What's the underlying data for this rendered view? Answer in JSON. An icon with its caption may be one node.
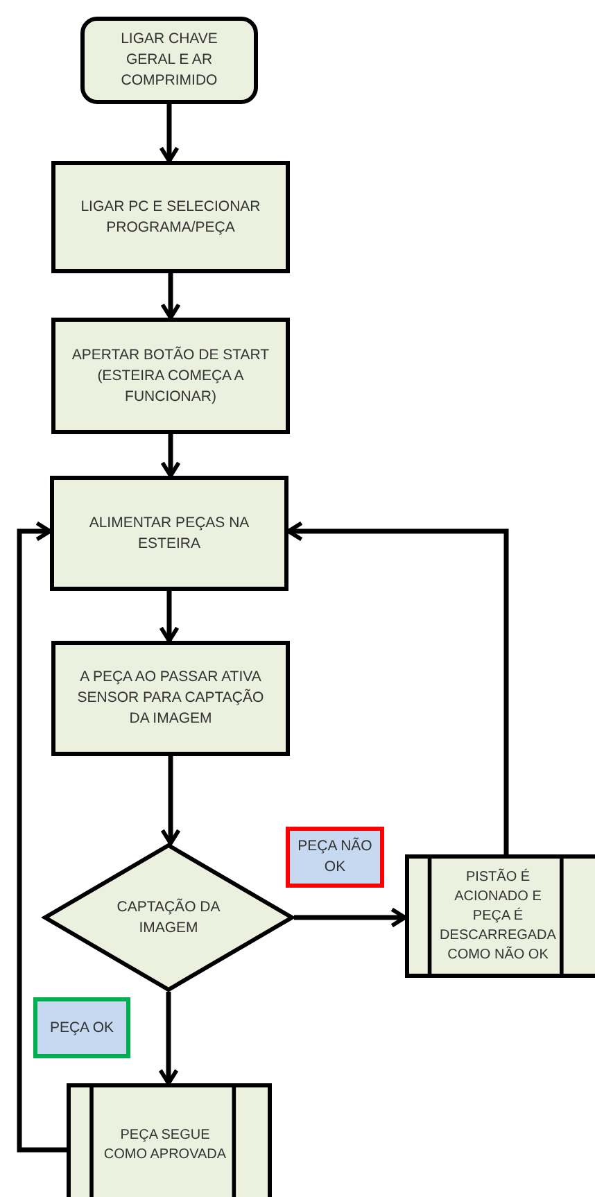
{
  "diagram": {
    "nodes": [
      {
        "text": [
          "LIGAR CHAVE GERAL E AR COMPRIMIDO"
        ]
      },
      {
        "text": [
          "LIGAR PC E SELECIONAR PROGRAMA/PEÇA"
        ]
      },
      {
        "text": [
          "APERTAR BOTÃO DE START (ESTEIRA COMEÇA A FUNCIONAR)"
        ]
      },
      {
        "text": [
          "ALIMENTAR PEÇAS NA ESTEIRA"
        ]
      },
      {
        "text": [
          "A PEÇA AO PASSAR ATIVA SENSOR PARA CAPTAÇÃO DA IMAGEM"
        ]
      },
      {
        "text": [
          "CAPTAÇÃO DA IMAGEM"
        ]
      },
      {
        "text": [
          "PISTÃO É ACIONADO E PEÇA É DESCARREGADA COMO NÃO OK"
        ]
      },
      {
        "text": [
          "PEÇA SEGUE COMO APROVADA"
        ]
      }
    ],
    "edges": [
      {
        "from": 0,
        "to": 1,
        "arrow": "to"
      },
      {
        "from": 1,
        "to": 2,
        "arrow": "to"
      },
      {
        "from": 2,
        "to": 3,
        "arrow": "to"
      },
      {
        "from": 3,
        "to": 4,
        "arrow": "to"
      },
      {
        "from": 4,
        "to": 5,
        "arrow": "to"
      },
      {
        "from": 5,
        "to": 6,
        "arrow": "to"
      },
      {
        "from": 5,
        "to": 7,
        "arrow": "to"
      },
      {
        "from": 6,
        "to": 3,
        "arrow": "to"
      },
      {
        "from": 7,
        "to": 3,
        "arrow": "to"
      }
    ],
    "labels": [
      "PEÇA NÃO OK",
      "PEÇA OK"
    ]
  }
}
